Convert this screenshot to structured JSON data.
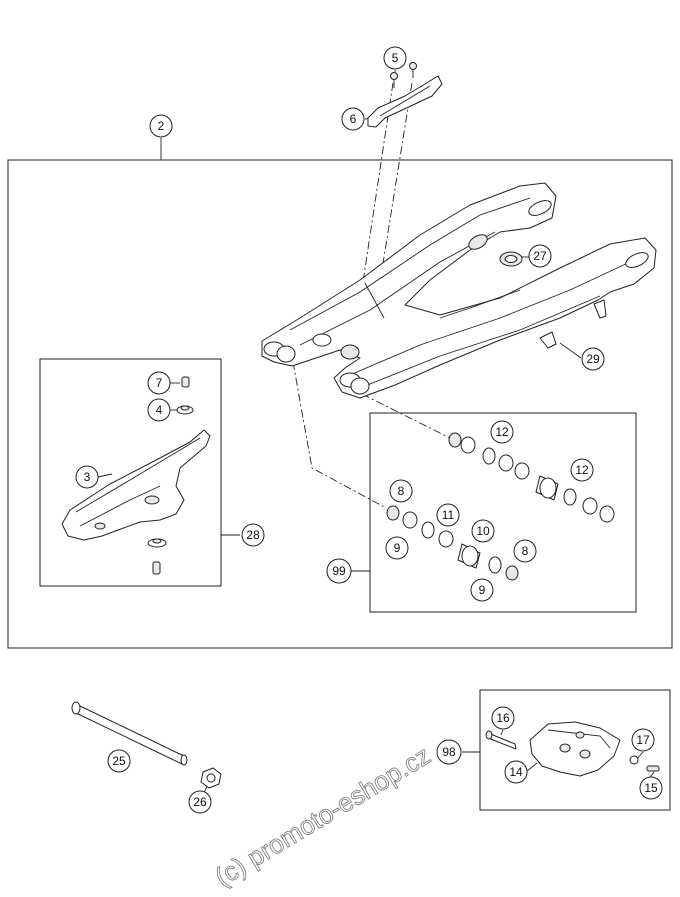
{
  "watermark": "(c) promoto-eshop.cz",
  "callouts": [
    {
      "label": "2"
    },
    {
      "label": "5"
    },
    {
      "label": "6"
    },
    {
      "label": "27"
    },
    {
      "label": "29"
    },
    {
      "label": "7"
    },
    {
      "label": "4"
    },
    {
      "label": "3"
    },
    {
      "label": "28"
    },
    {
      "label": "12"
    },
    {
      "label": "12"
    },
    {
      "label": "8"
    },
    {
      "label": "11"
    },
    {
      "label": "10"
    },
    {
      "label": "9"
    },
    {
      "label": "8"
    },
    {
      "label": "9"
    },
    {
      "label": "99"
    },
    {
      "label": "25"
    },
    {
      "label": "26"
    },
    {
      "label": "16"
    },
    {
      "label": "98"
    },
    {
      "label": "17"
    },
    {
      "label": "14"
    },
    {
      "label": "15"
    }
  ]
}
